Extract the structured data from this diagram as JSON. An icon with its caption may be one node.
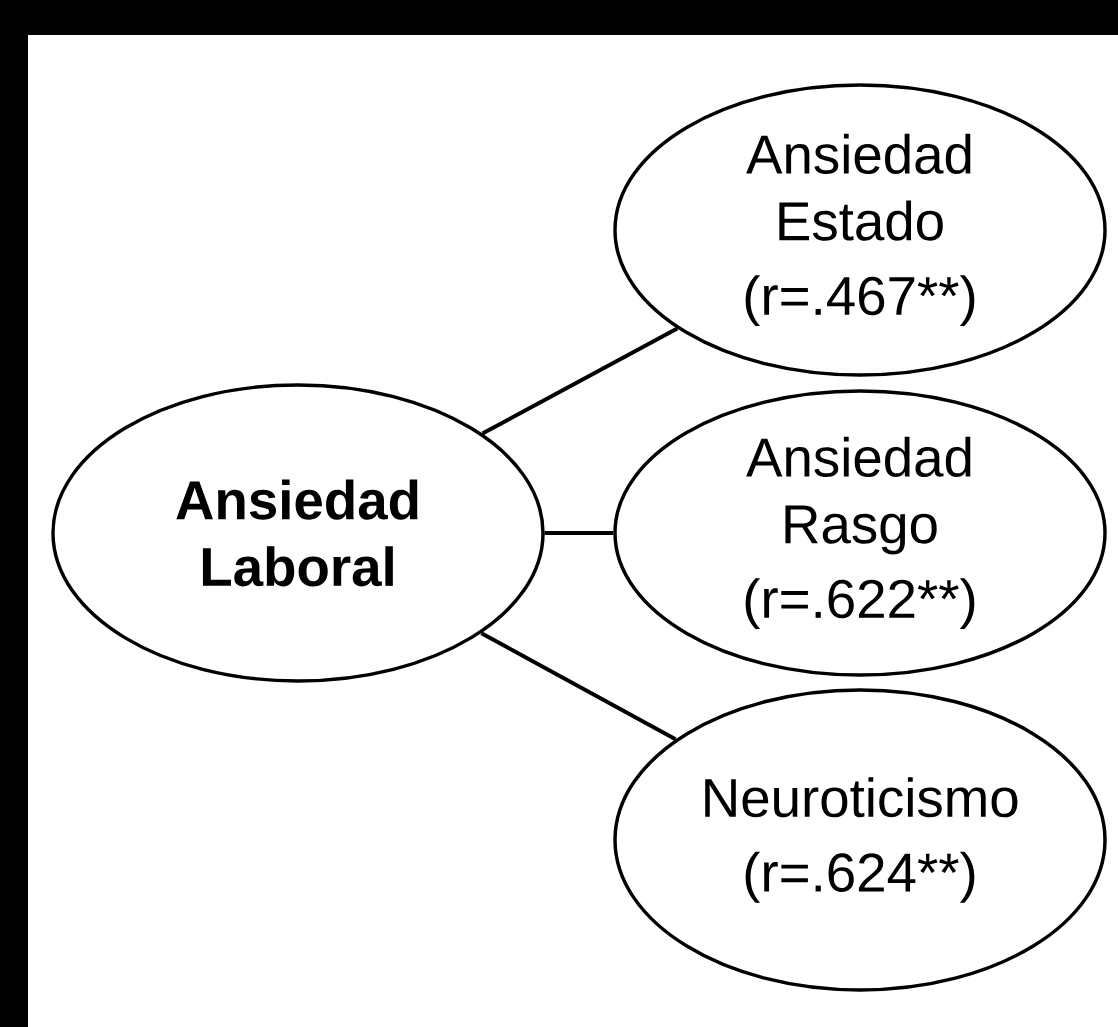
{
  "diagram": {
    "nodes": [
      {
        "text": [
          "Ansiedad Laboral"
        ]
      },
      {
        "text": [
          "Ansiedad Estado",
          "(r=.467**)"
        ]
      },
      {
        "text": [
          "Ansiedad Rasgo",
          "(r=.622**)"
        ]
      },
      {
        "text": [
          "Neuroticismo",
          "(r=.624**)"
        ]
      }
    ],
    "edges": [
      {
        "from": 0,
        "to": 1,
        "arrow": "none"
      },
      {
        "from": 0,
        "to": 2,
        "arrow": "none"
      },
      {
        "from": 0,
        "to": 3,
        "arrow": "none"
      }
    ]
  }
}
